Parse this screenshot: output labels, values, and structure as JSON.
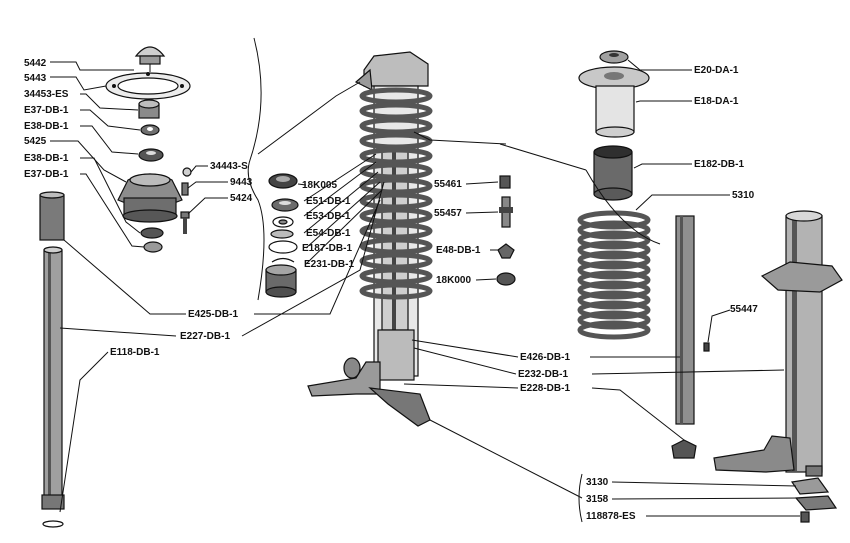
{
  "labels": {
    "l5442": "5442",
    "l5443": "5443",
    "l34453": "34453-ES",
    "l37a": "E37-DB-1",
    "l38a": "E38-DB-1",
    "l5425": "5425",
    "l38b": "E38-DB-1",
    "l37b": "E37-DB-1",
    "l34443": "34443-S",
    "l9443": "9443",
    "l5424": "5424",
    "l18k005": "18K005",
    "l51": "E51-DB-1",
    "l53": "E53-DB-1",
    "l54": "E54-DB-1",
    "l187": "E187-DB-1",
    "l231": "E231-DB-1",
    "l55461": "55461",
    "l55457": "55457",
    "l48": "E48-DB-1",
    "l18k000": "18K000",
    "l20": "E20-DA-1",
    "l18": "E18-DA-1",
    "l182": "E182-DB-1",
    "l5310": "5310",
    "l55447": "55447",
    "l425": "E425-DB-1",
    "l227": "E227-DB-1",
    "l118": "E118-DB-1",
    "l426": "E426-DB-1",
    "l232": "E232-DB-1",
    "l228": "E228-DB-1",
    "l3130": "3130",
    "l3158": "3158",
    "l118878": "118878-ES"
  }
}
